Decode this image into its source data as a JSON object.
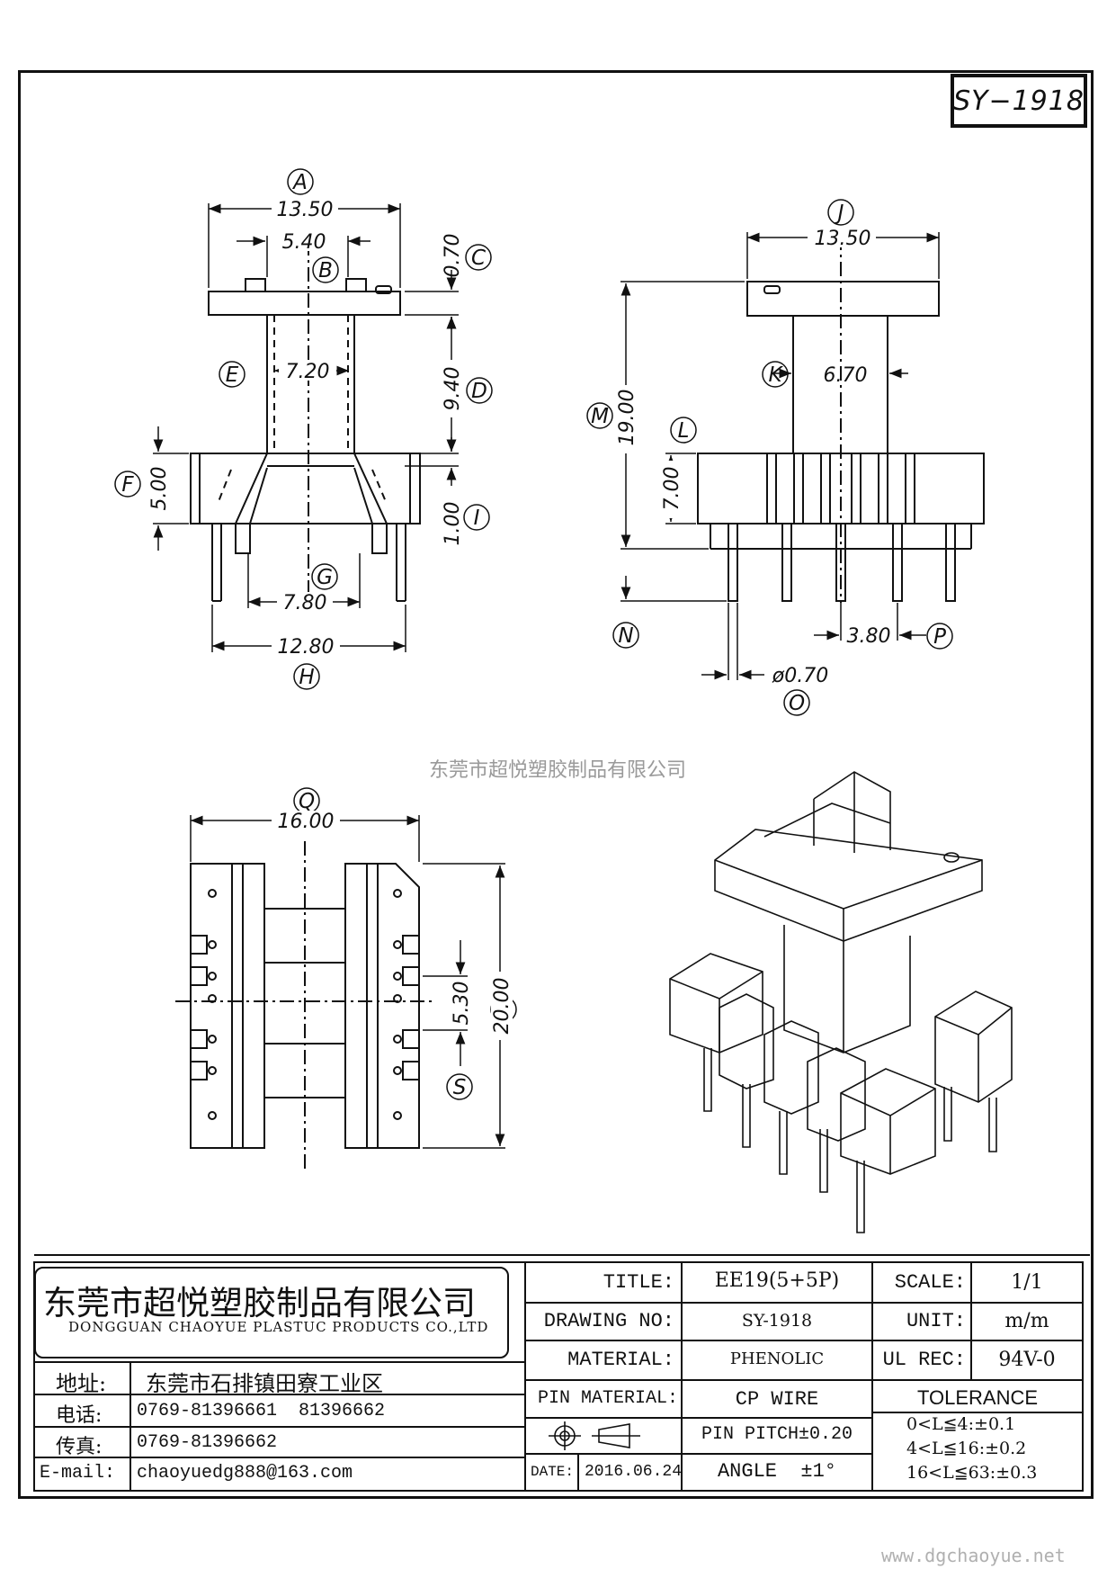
{
  "code": "SY−1918",
  "labels": {
    "A": "A",
    "B": "B",
    "C": "C",
    "D": "D",
    "E": "E",
    "F": "F",
    "G": "G",
    "H": "H",
    "I": "I",
    "J": "J",
    "K": "K",
    "L": "L",
    "M": "M",
    "N": "N",
    "O": "O",
    "P": "P",
    "Q": "Q",
    "R": "R",
    "S": "S"
  },
  "dims": {
    "A": "13.50",
    "B": "5.40",
    "C": "0.70",
    "D": "9.40",
    "E": "7.20",
    "F": "5.00",
    "G": "7.80",
    "H": "12.80",
    "I": "1.00",
    "J": "13.50",
    "K": "6.70",
    "M": "19.00",
    "L": "7.00",
    "P": "3.80",
    "O": "ø0.70",
    "Q": "16.00",
    "R": "20.00",
    "S": "5.30"
  },
  "watermark": "东莞市超悦塑胶制品有限公司",
  "site": "www.dgchaoyue.net",
  "company": {
    "name_cn": "东莞市超悦塑胶制品有限公司",
    "name_en": "DONGGUAN CHAOYUE PLASTUC PRODUCTS CO.,LTD",
    "address_label": "地址:",
    "address": "东莞市石排镇田寮工业区",
    "phone_label": "电话:",
    "phone": "0769-81396661  81396662",
    "fax_label": "传真:",
    "fax": "0769-81396662",
    "email_label": "E-mail:",
    "email": "chaoyuedg888@163.com"
  },
  "title_block": {
    "title_label": "TITLE:",
    "title": "EE19(5+5P)",
    "drawing_no_label": "DRAWING NO:",
    "drawing_no": "SY-1918",
    "material_label": "MATERIAL:",
    "material": "PHENOLIC",
    "pin_material_label": "PIN MATERIAL:",
    "pin_material": "CP WIRE",
    "pin_pitch": "PIN PITCH±0.20",
    "angle": "ANGLE  ±1°",
    "date_label": "DATE:",
    "date": "2016.06.24",
    "scale_label": "SCALE:",
    "scale": "1/1",
    "unit_label": "UNIT:",
    "unit": "m/m",
    "ul_label": "UL REC:",
    "ul": "94V-0",
    "tolerance_label": "TOLERANCE",
    "tol1": "0<L≦4:±0.1",
    "tol2": "4<L≦16:±0.2",
    "tol3": "16<L≦63:±0.3"
  }
}
